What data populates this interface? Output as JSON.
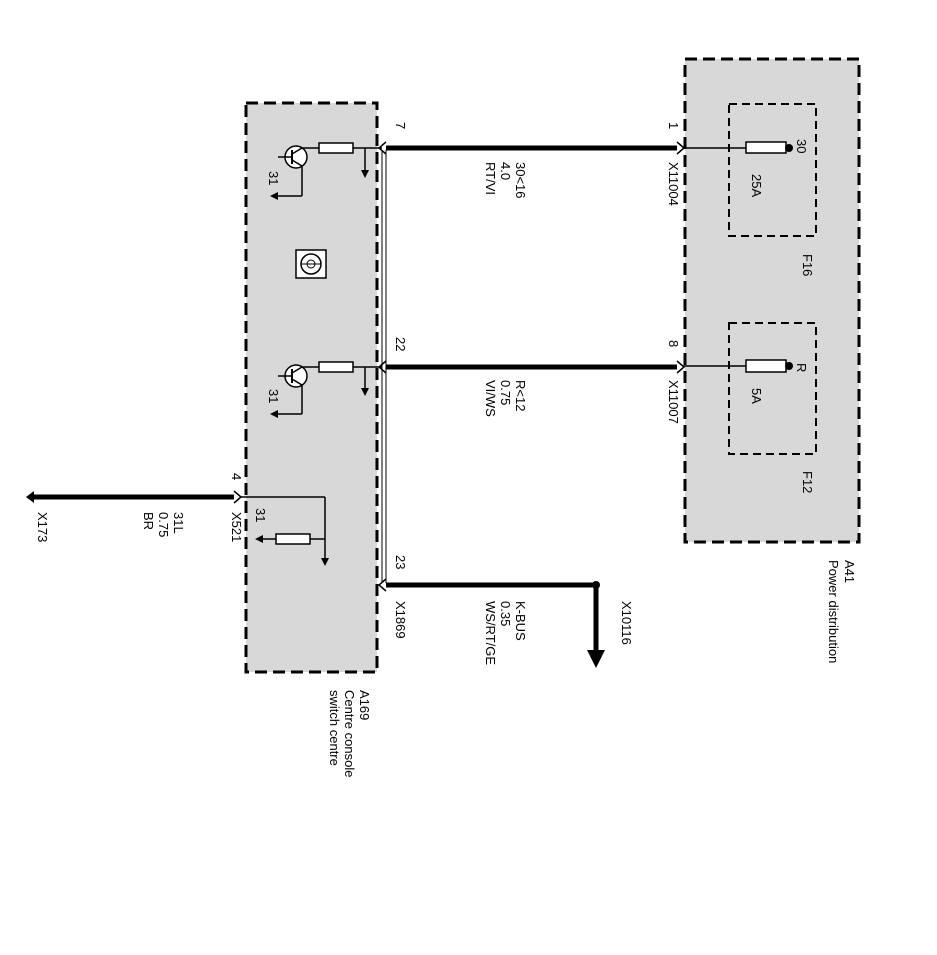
{
  "modules": {
    "a41": {
      "id": "A41",
      "name": "Power distribution"
    },
    "a169": {
      "id": "A169",
      "name_line1": "Centre console",
      "name_line2": "switch centre"
    }
  },
  "fuses": {
    "f16": {
      "label": "F16",
      "rating": "25A",
      "terminal": "30"
    },
    "f12": {
      "label": "F12",
      "rating": "5A",
      "terminal": "R"
    }
  },
  "wires": {
    "w1": {
      "pin_left": "7",
      "pin_right": "1",
      "connector": "X11004",
      "signal": "30<16",
      "gauge": "4.0",
      "color": "RT/VI"
    },
    "w2": {
      "pin_left": "22",
      "pin_right": "8",
      "connector": "X11007",
      "signal": "R<12",
      "gauge": "0.75",
      "color": "VI/WS"
    },
    "w3": {
      "pin": "4",
      "connector": "X521",
      "signal": "31L",
      "gauge": "0.75",
      "color": "BR",
      "ground": "X173"
    },
    "w4": {
      "pin": "23",
      "connector": "X1869",
      "signal": "K-BUS",
      "gauge": "0.35",
      "color": "WS/RT/GE",
      "dest": "X10116"
    }
  },
  "internal": {
    "ground_1": "31",
    "ground_2": "31",
    "ground_3": "31"
  }
}
